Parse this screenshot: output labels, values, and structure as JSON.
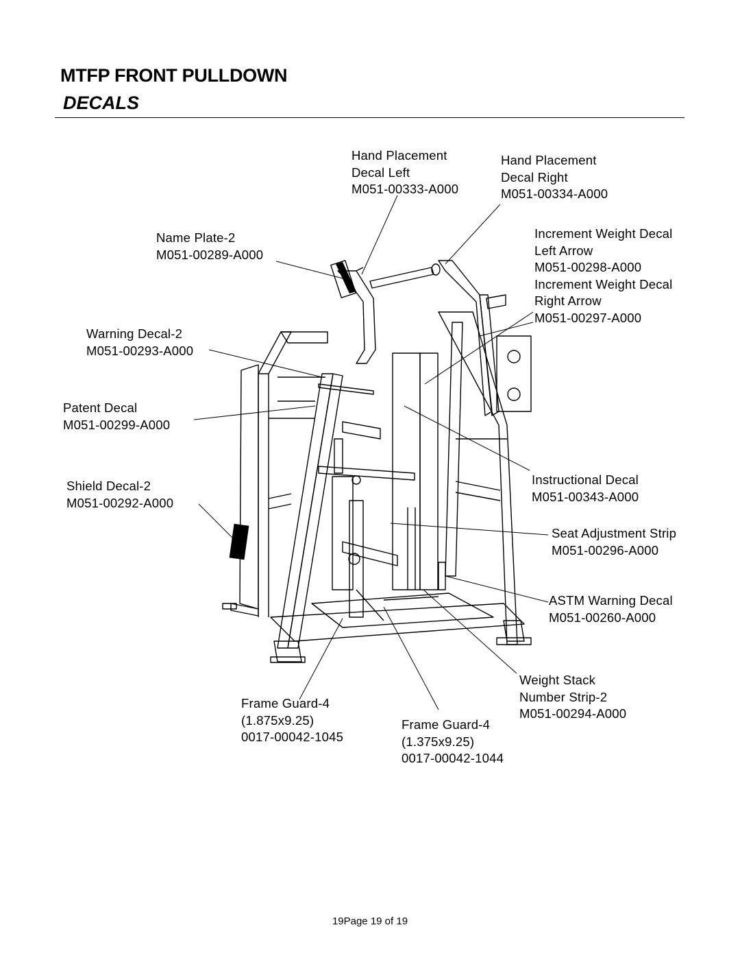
{
  "header": {
    "title": "MTFP FRONT PULLDOWN",
    "subtitle": "DECALS"
  },
  "callouts": {
    "hand_left": {
      "line1": "Hand Placement",
      "line2": "Decal Left",
      "line3": "M051-00333-A000"
    },
    "hand_right": {
      "line1": "Hand Placement",
      "line2": "Decal Right",
      "line3": "M051-00334-A000"
    },
    "name_plate": {
      "line1": "Name Plate-2",
      "line2": "M051-00289-A000"
    },
    "increment": {
      "line1": "Increment Weight Decal",
      "line2": "Left Arrow",
      "line3": "M051-00298-A000",
      "line4": "Increment Weight Decal",
      "line5": "Right Arrow",
      "line6": "M051-00297-A000"
    },
    "warning": {
      "line1": "Warning Decal-2",
      "line2": "M051-00293-A000"
    },
    "patent": {
      "line1": "Patent Decal",
      "line2": "M051-00299-A000"
    },
    "shield": {
      "line1": "Shield Decal-2",
      "line2": "M051-00292-A000"
    },
    "instructional": {
      "line1": "Instructional Decal",
      "line2": "M051-00343-A000"
    },
    "seat_strip": {
      "line1": "Seat Adjustment Strip",
      "line2": "M051-00296-A000"
    },
    "astm": {
      "line1": "ASTM Warning Decal",
      "line2": "M051-00260-A000"
    },
    "weight_stack": {
      "line1": "Weight Stack",
      "line2": "Number Strip-2",
      "line3": "M051-00294-A000"
    },
    "frame_guard_large": {
      "line1": "Frame Guard-4",
      "line2": "(1.875x9.25)",
      "line3": "0017-00042-1045"
    },
    "frame_guard_small": {
      "line1": "Frame Guard-4",
      "line2": "(1.375x9.25)",
      "line3": "0017-00042-1044"
    }
  },
  "footer": {
    "page": "19Page 19 of 19"
  }
}
